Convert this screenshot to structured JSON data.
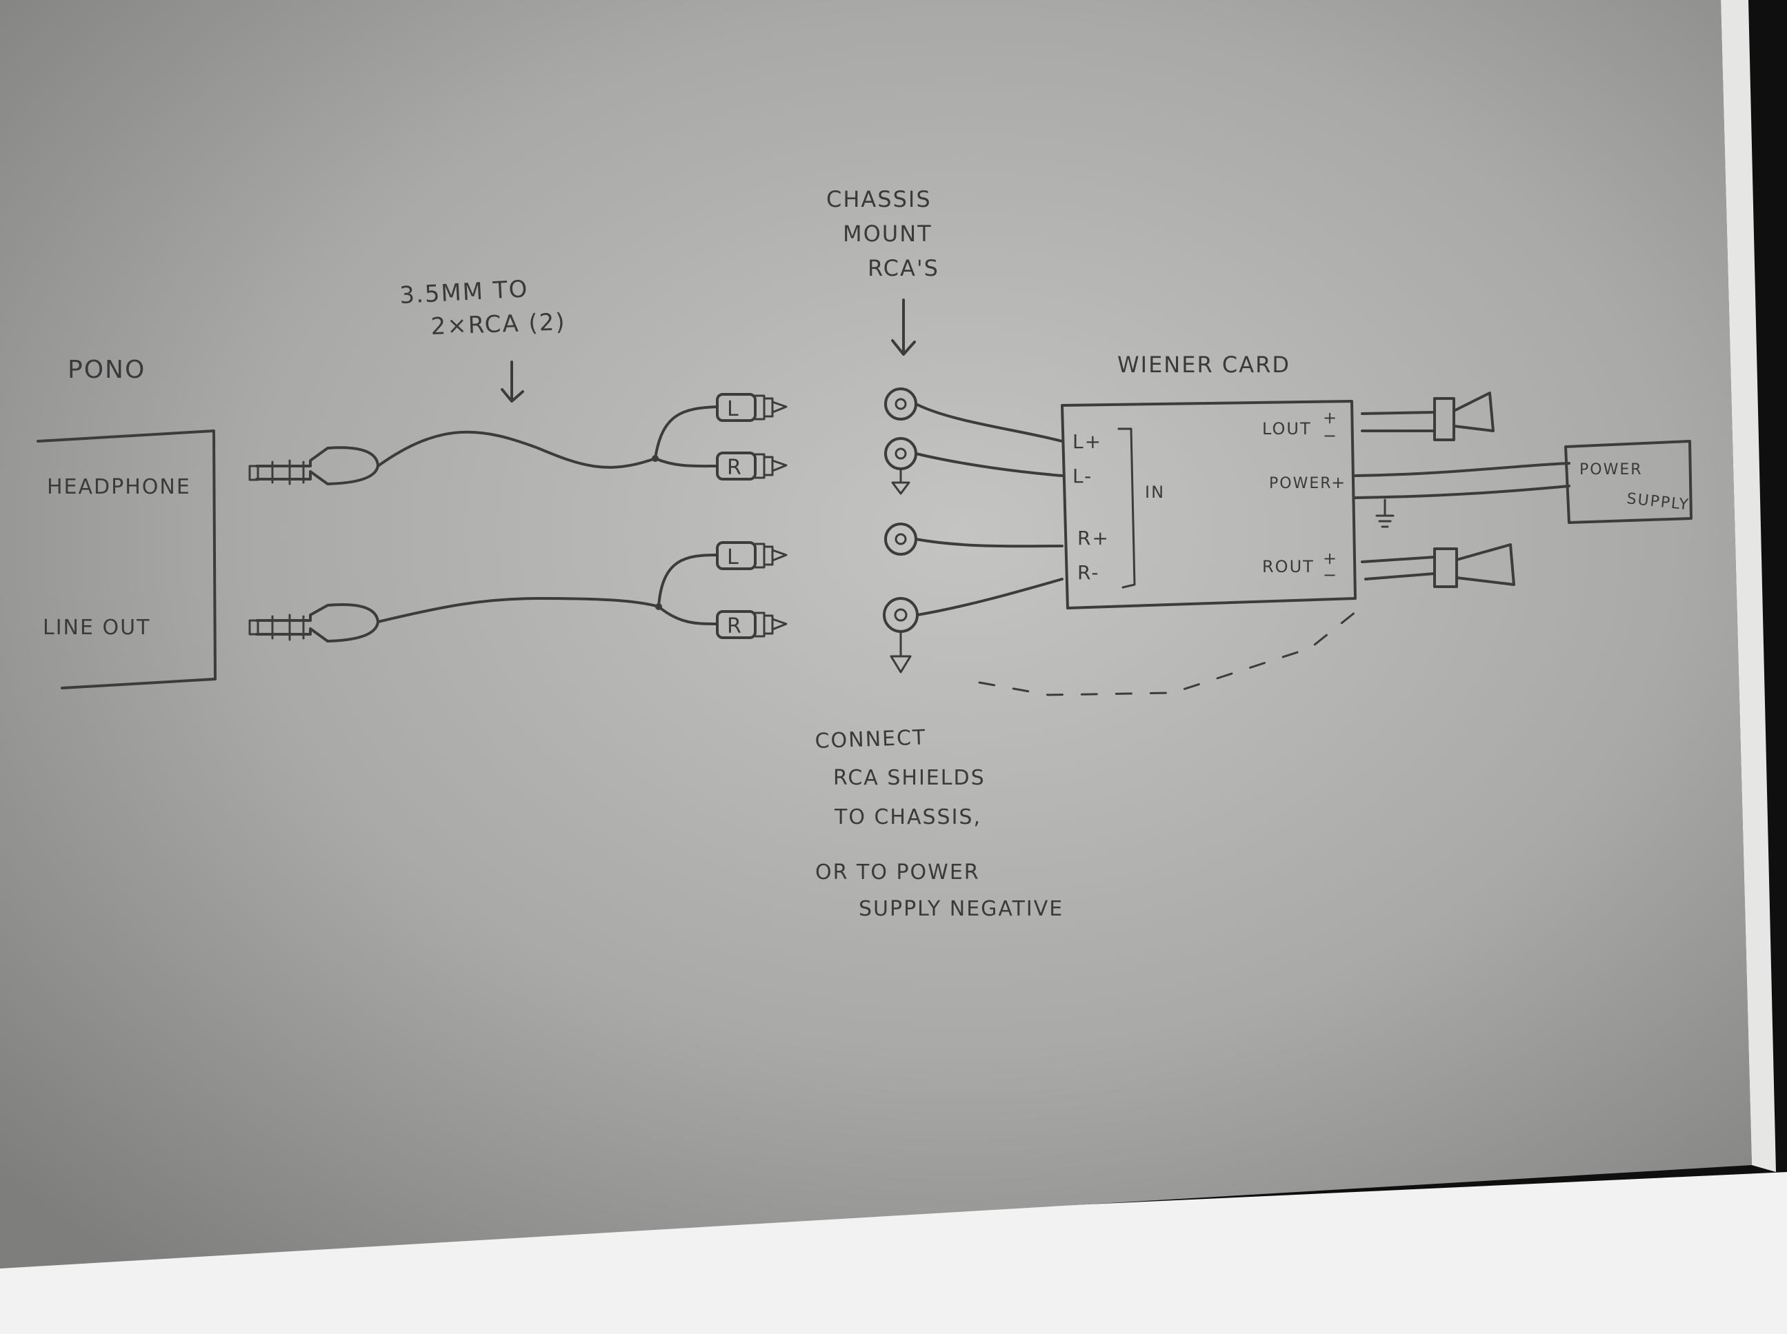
{
  "diagram": {
    "source_label": "PONO",
    "source_ports": [
      "HEADPHONE",
      "LINE OUT"
    ],
    "cable_label": [
      "3.5MM TO",
      "2×RCA (2)"
    ],
    "connector_letters": [
      "L",
      "R",
      "L",
      "R"
    ],
    "chassis_label": [
      "CHASSIS",
      "MOUNT",
      "RCA'S"
    ],
    "card_label": "WIENER CARD",
    "card_inputs": [
      "L+",
      "L-",
      "R+",
      "R-"
    ],
    "card_in_label": "IN",
    "card_outputs": {
      "lout": "LOUT",
      "power": "POWER",
      "rout": "ROUT",
      "plus": "+",
      "minus": "−"
    },
    "power_supply": [
      "POWER",
      "SUPPLY"
    ],
    "note": [
      "CONNECT",
      "RCA SHIELDS",
      "TO CHASSIS,",
      "OR TO POWER",
      "SUPPLY NEGATIVE"
    ]
  },
  "colors": {
    "paper_light": "#bdbdbb",
    "paper_dark": "#8a8a88",
    "ink": "#3c3c3c",
    "backdrop": "#0f0f10",
    "white_sheet": "#f2f2f2"
  }
}
